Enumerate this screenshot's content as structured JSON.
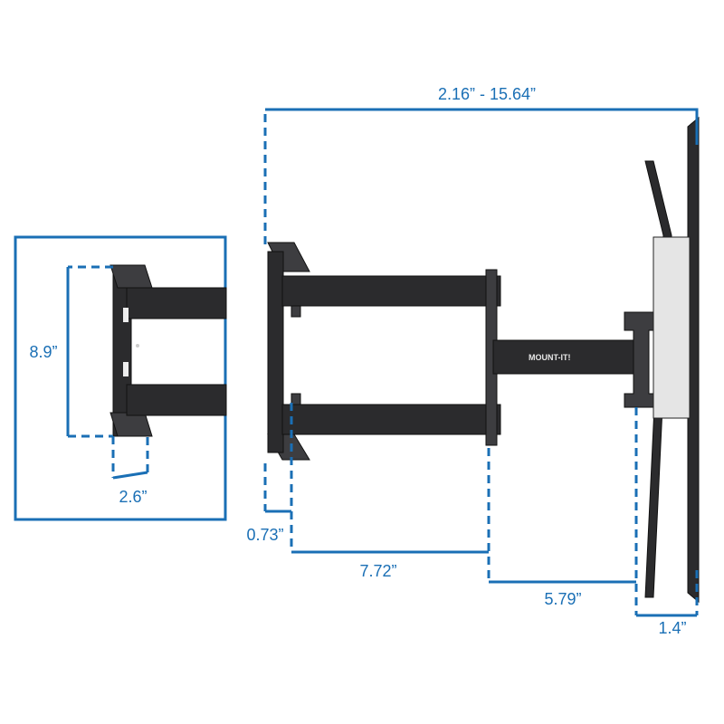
{
  "dimensions": {
    "extension_range": "2.16” - 15.64”",
    "wall_plate_height": "8.9”",
    "wall_plate_depth": "2.6”",
    "plate_offset": "0.73”",
    "first_arm": "7.72”",
    "second_arm": "5.79”",
    "tv_bracket_depth": "1.4”"
  },
  "brand": {
    "logo": "MOUNT-IT!"
  },
  "colors": {
    "dimension_line": "#1a6fb5",
    "mount": "#2b2b2d"
  }
}
